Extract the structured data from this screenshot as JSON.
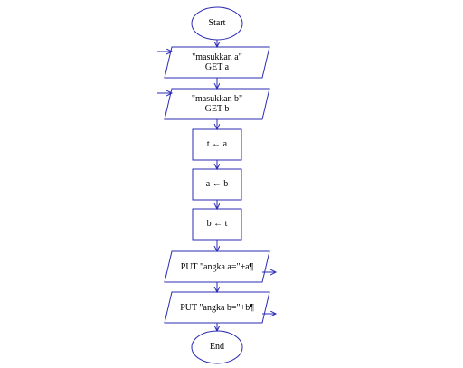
{
  "colors": {
    "shape_stroke": "#2b2bb5",
    "connector": "#2b2bb5",
    "text": "#000000",
    "background": "#ffffff"
  },
  "nodes": {
    "start": {
      "label": "Start"
    },
    "input_a": {
      "line1": "\"masukkan a\"",
      "line2": "GET a"
    },
    "input_b": {
      "line1": "\"masukkan b\"",
      "line2": "GET b"
    },
    "assign_t": {
      "label": "t ← a"
    },
    "assign_a": {
      "label": "a ← b"
    },
    "assign_b": {
      "label": "b ← t"
    },
    "output_a": {
      "label": "PUT \"angka a=\"+a¶"
    },
    "output_b": {
      "label": "PUT \"angka b=\"+b¶"
    },
    "end": {
      "label": "End"
    }
  }
}
